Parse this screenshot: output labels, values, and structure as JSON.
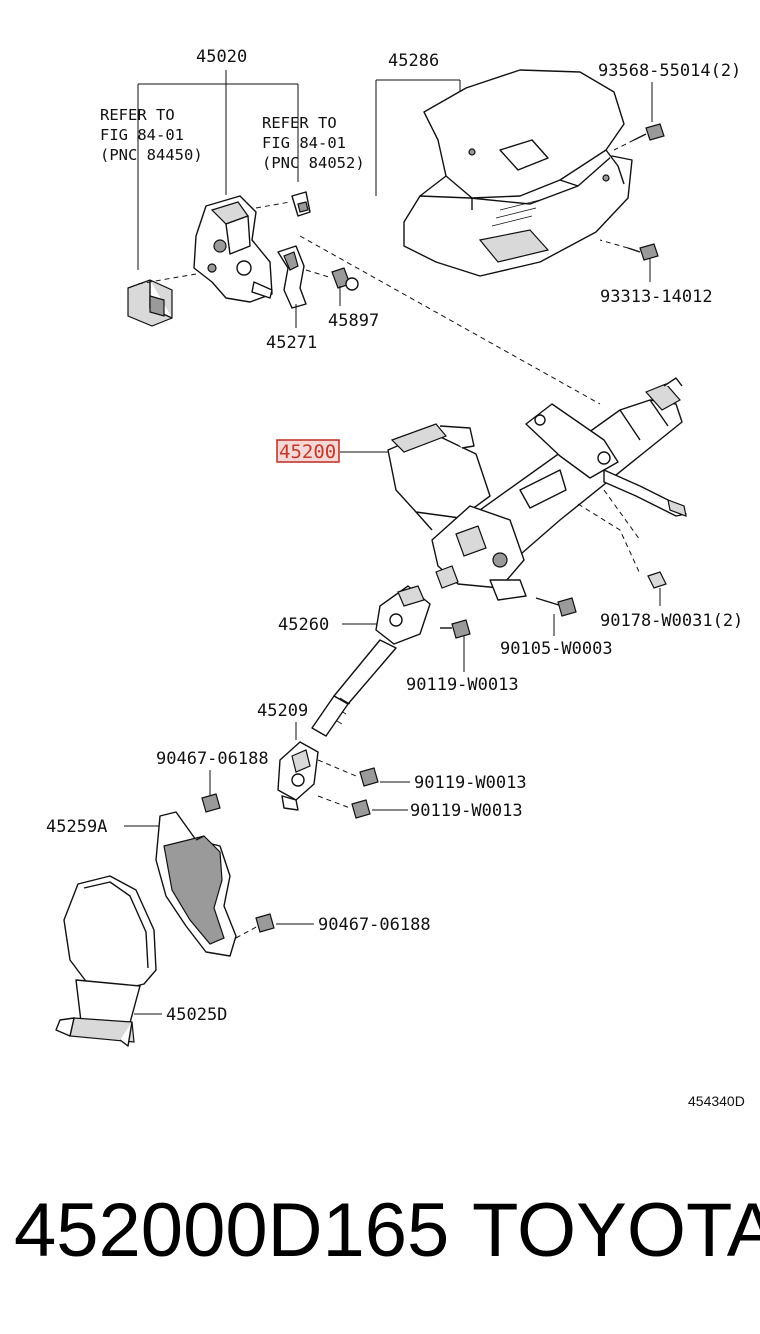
{
  "diagram": {
    "figure_code": "454340D",
    "highlight_color": "#c0392b",
    "parts": {
      "p45020": "45020",
      "p45286": "45286",
      "p93568": "93568-55014(2)",
      "p93313": "93313-14012",
      "p45897": "45897",
      "p45271": "45271",
      "p45200": "45200",
      "p45260": "45260",
      "p90105": "90105-W0003",
      "p90178": "90178-W0031(2)",
      "p90119a": "90119-W0013",
      "p45209": "45209",
      "p90467a": "90467-06188",
      "p90119b": "90119-W0013",
      "p90119c": "90119-W0013",
      "p45259A": "45259A",
      "p90467b": "90467-06188",
      "p45025D": "45025D"
    },
    "refer_left": [
      "REFER TO",
      "FIG 84-01",
      "(PNC 84450)"
    ],
    "refer_right": [
      "REFER TO",
      "FIG 84-01",
      "(PNC 84052)"
    ]
  },
  "footer": {
    "part_number": "452000D165",
    "brand": "TOYOTA"
  }
}
